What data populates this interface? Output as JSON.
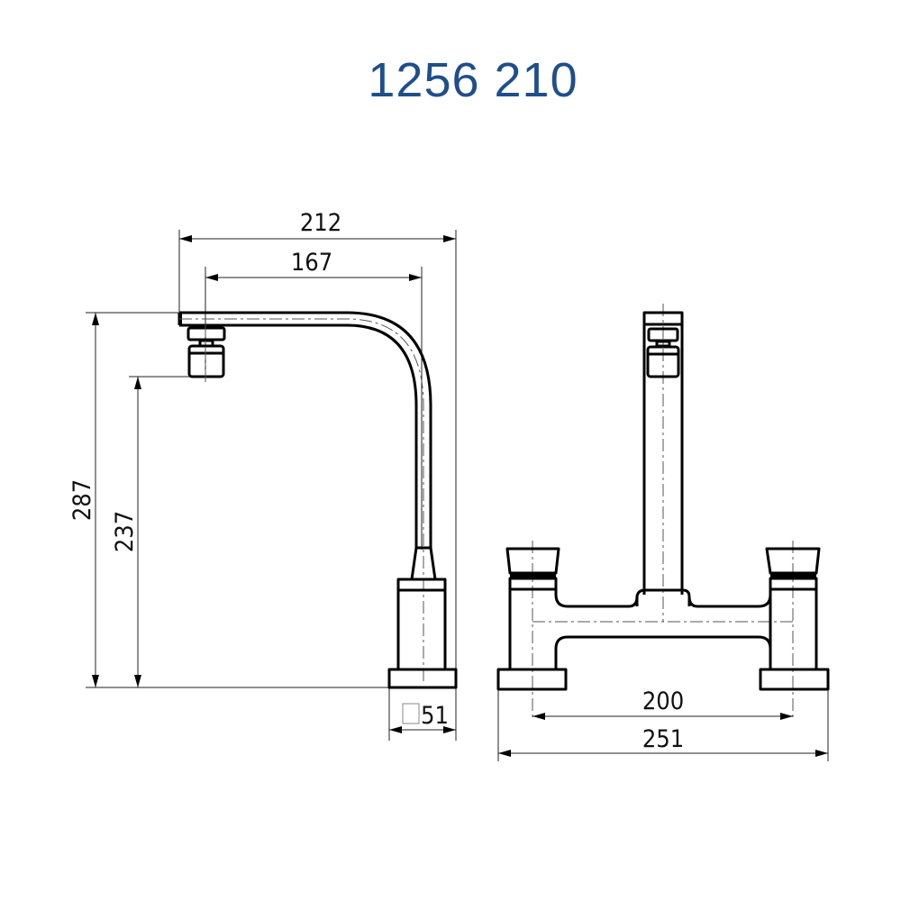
{
  "title": "1256 210",
  "colors": {
    "title": "#1f4e8c",
    "lines": "#000000"
  },
  "side_view": {
    "dimensions": {
      "overall_reach": "212",
      "spout_reach": "167",
      "overall_height": "287",
      "spout_outlet_height": "237",
      "base_size_symbol": "square-icon",
      "base_size": "51"
    }
  },
  "front_view": {
    "dimensions": {
      "centers": "200",
      "overall_width": "251"
    }
  }
}
